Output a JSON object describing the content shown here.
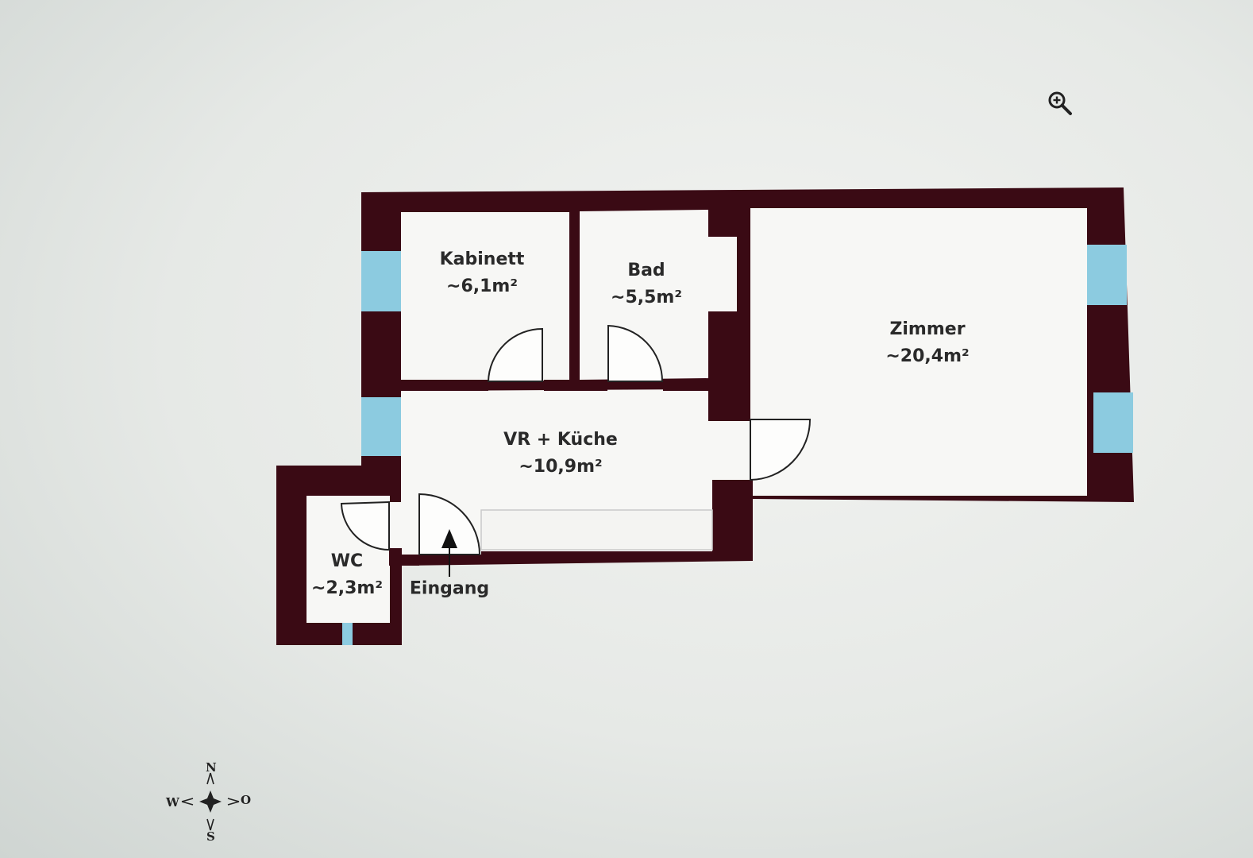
{
  "rooms": {
    "kabinett": {
      "name": "Kabinett",
      "area": "~6,1m²"
    },
    "bad": {
      "name": "Bad",
      "area": "~5,5m²"
    },
    "zimmer": {
      "name": "Zimmer",
      "area": "~20,4m²"
    },
    "vr_kueche": {
      "name": "VR + Küche",
      "area": "~10,9m²"
    },
    "wc": {
      "name": "WC",
      "area": "~2,3m²"
    }
  },
  "entrance": {
    "label": "Eingang"
  },
  "compass": {
    "north": "N",
    "south": "S",
    "west": "W",
    "east": "O"
  },
  "toolbar": {
    "zoom_icon": "zoom-in-icon"
  },
  "colors": {
    "wall": "#3a0a14",
    "window": "#8ccbe0",
    "floor": "#f7f7f5",
    "text": "#2a2a2a"
  }
}
